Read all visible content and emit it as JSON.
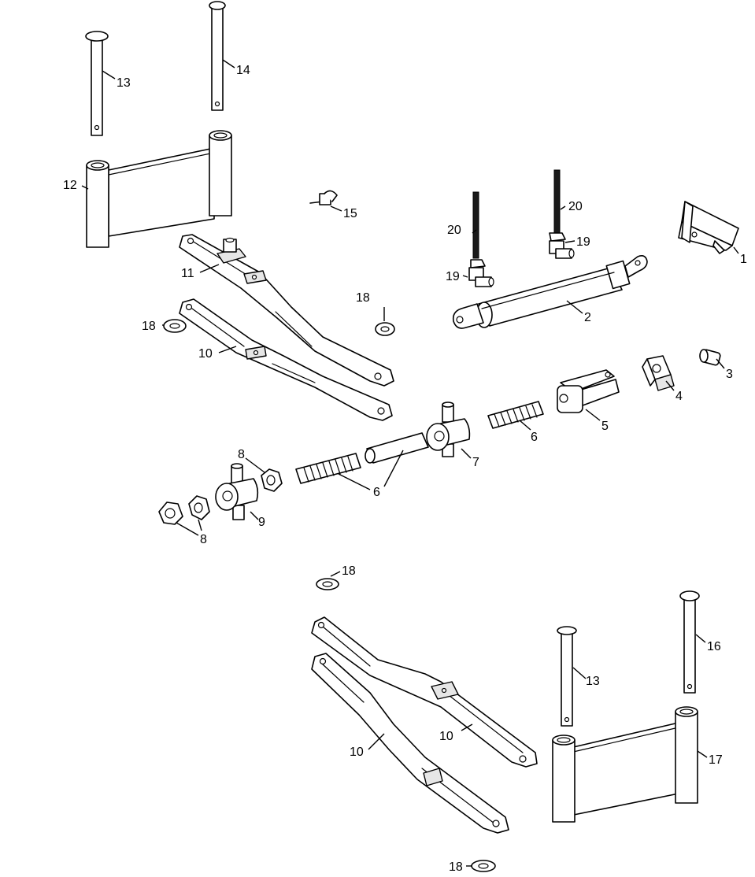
{
  "labels": {
    "p1": "1",
    "p2": "2",
    "p3": "3",
    "p4": "4",
    "p5": "5",
    "p6a": "6",
    "p6b": "6",
    "p7": "7",
    "p8a": "8",
    "p8b": "8",
    "p9": "9",
    "p10a": "10",
    "p10b": "10",
    "p10c": "10",
    "p11": "11",
    "p12": "12",
    "p13a": "13",
    "p13b": "13",
    "p14": "14",
    "p15": "15",
    "p16": "16",
    "p17": "17",
    "p18a": "18",
    "p18b": "18",
    "p18c": "18",
    "p18d": "18",
    "p19a": "19",
    "p19b": "19",
    "p20a": "20",
    "p20b": "20"
  }
}
